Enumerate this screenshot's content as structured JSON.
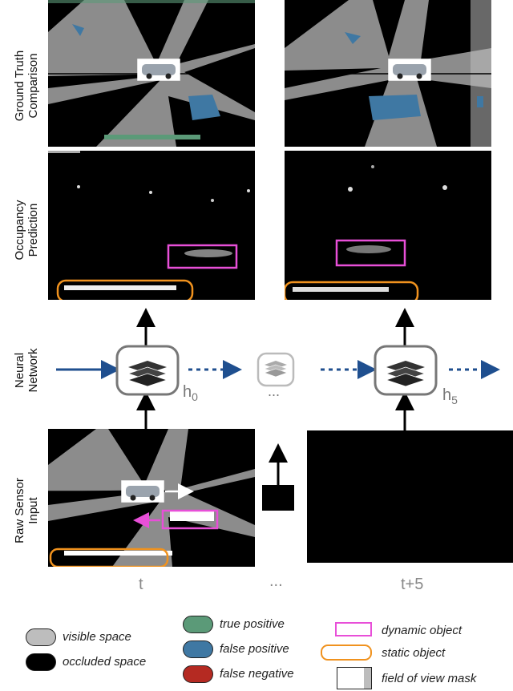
{
  "rows": {
    "ground_truth": "Ground Truth\nComparison",
    "occupancy": "Occupancy\nPrediction",
    "network": "Neural\nNetwork",
    "raw_input": "Raw Sensor\nInput"
  },
  "time": {
    "t0": "t",
    "ellipsis": "...",
    "t5": "t+5"
  },
  "hidden": {
    "h0_base": "h",
    "h0_sub": "0",
    "h5_base": "h",
    "h5_sub": "5",
    "ellipsis": "..."
  },
  "legend": {
    "visible": "visible space",
    "occluded": "occluded space",
    "true_pos": "true positive",
    "false_pos": "false positive",
    "false_neg": "false negative",
    "dynamic": "dynamic object",
    "static": "static object",
    "fov": "field of view mask"
  },
  "colors": {
    "visible": "#bdbdbd",
    "occluded": "#000000",
    "true_positive": "#5b9a78",
    "false_positive": "#3f78a3",
    "false_negative": "#b52a22",
    "dynamic_object": "#e84fd8",
    "static_object": "#f0921e",
    "flow_arrow": "#1f4f8f",
    "ground_grey": "#8c8c8c"
  }
}
